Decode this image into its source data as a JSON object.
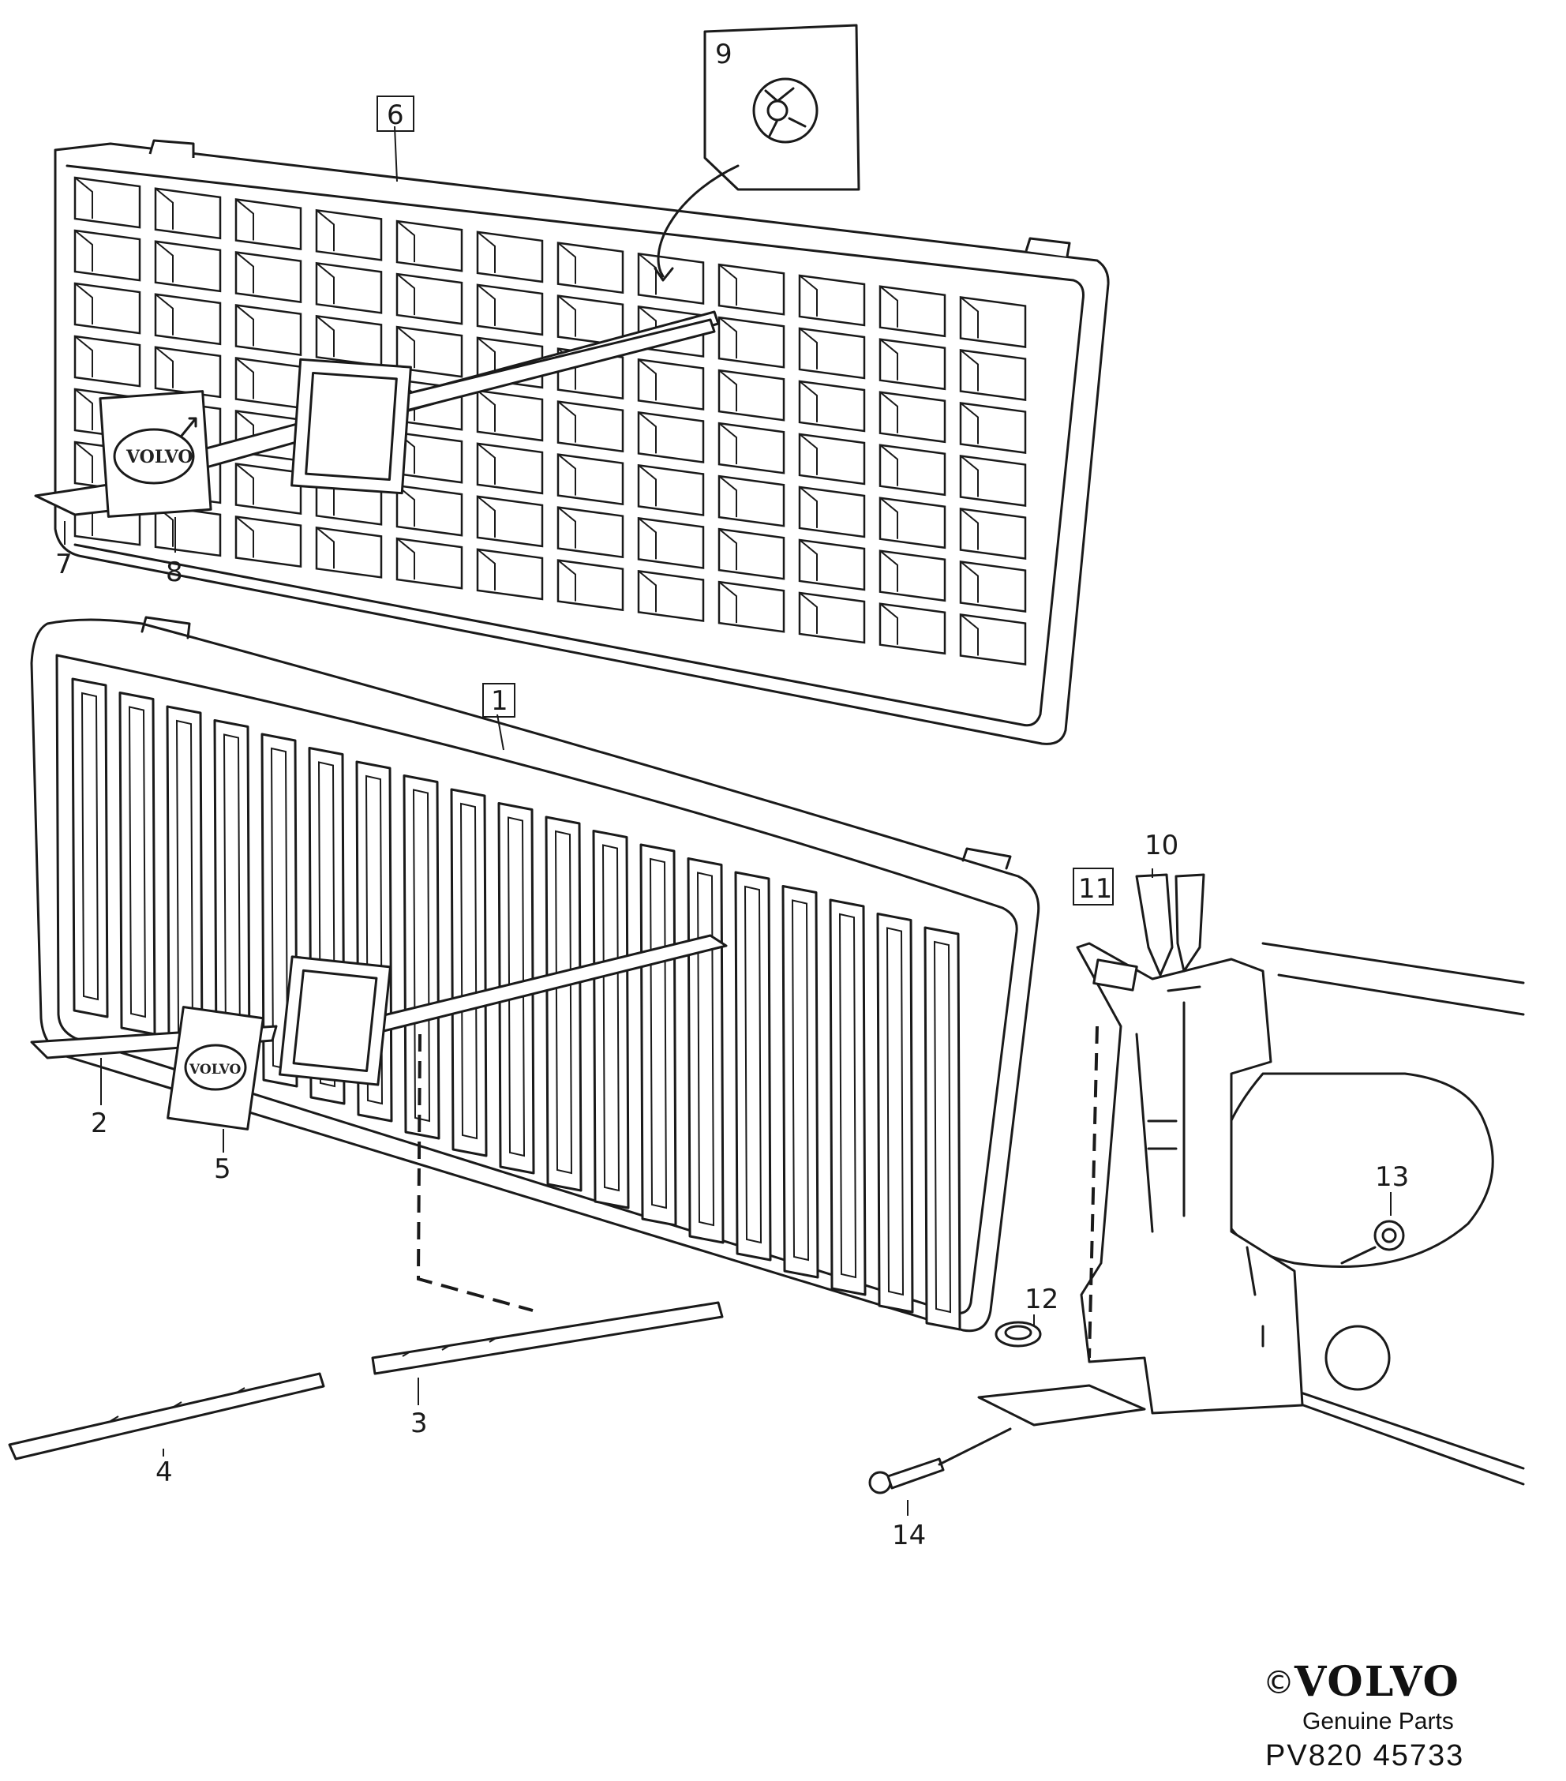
{
  "diagram": {
    "callouts": [
      {
        "id": "c1",
        "label": "1",
        "boxed": true
      },
      {
        "id": "c2",
        "label": "2",
        "boxed": false
      },
      {
        "id": "c3",
        "label": "3",
        "boxed": false
      },
      {
        "id": "c4",
        "label": "4",
        "boxed": false
      },
      {
        "id": "c5",
        "label": "5",
        "boxed": false
      },
      {
        "id": "c6",
        "label": "6",
        "boxed": true
      },
      {
        "id": "c7",
        "label": "7",
        "boxed": false
      },
      {
        "id": "c8",
        "label": "8",
        "boxed": false
      },
      {
        "id": "c9",
        "label": "9",
        "boxed": false
      },
      {
        "id": "c10",
        "label": "10",
        "boxed": false
      },
      {
        "id": "c11",
        "label": "11",
        "boxed": true
      },
      {
        "id": "c12",
        "label": "12",
        "boxed": false
      },
      {
        "id": "c13",
        "label": "13",
        "boxed": false
      },
      {
        "id": "c14",
        "label": "14",
        "boxed": false
      }
    ],
    "emblem_text": "VOLVO"
  },
  "footer": {
    "copyright_symbol": "©",
    "brand": "VOLVO",
    "tagline": "Genuine Parts",
    "code": "PV820  45733"
  },
  "colors": {
    "line": "#1a1a1a",
    "background": "#ffffff"
  }
}
